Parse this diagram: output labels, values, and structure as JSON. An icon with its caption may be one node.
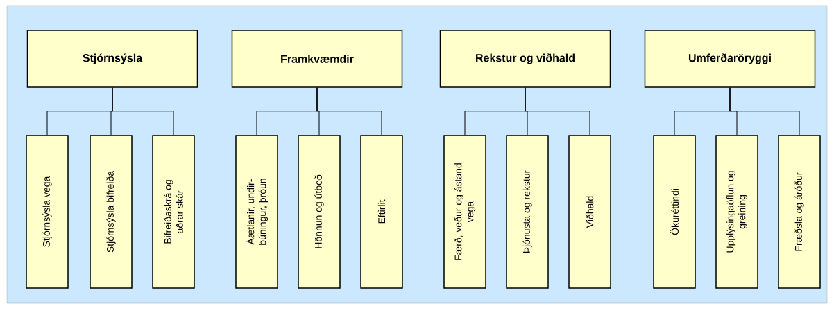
{
  "diagram": {
    "nodes": [
      {
        "text": [
          "Stjórnsýsla"
        ]
      },
      {
        "text": [
          "Framkvæmdir"
        ]
      },
      {
        "text": [
          "Rekstur og viðhald"
        ]
      },
      {
        "text": [
          "Umferðaröryggi"
        ]
      },
      {
        "text": [
          "Stjórnsýsla vega"
        ]
      },
      {
        "text": [
          "Stjórnsýsla bifreiða"
        ]
      },
      {
        "text": [
          "Bifreiðaskrá og aðrar skár"
        ]
      },
      {
        "text": [
          "Áætlanir, undir- búningur, þróun"
        ]
      },
      {
        "text": [
          "Hönnun og útboð"
        ]
      },
      {
        "text": [
          "Eftirlit"
        ]
      },
      {
        "text": [
          "Færð, veður og ástand vega"
        ]
      },
      {
        "text": [
          "Þjónusta og rekstur"
        ]
      },
      {
        "text": [
          "Viðhald"
        ]
      },
      {
        "text": [
          "Ökuréttindi"
        ]
      },
      {
        "text": [
          "Upplýsingaöflun og greining"
        ]
      },
      {
        "text": [
          "Fræðsla og áróður"
        ]
      }
    ],
    "edges": [
      {
        "from": 0,
        "to": 4,
        "arrow": "none"
      },
      {
        "from": 0,
        "to": 5,
        "arrow": "none"
      },
      {
        "from": 0,
        "to": 6,
        "arrow": "none"
      },
      {
        "from": 1,
        "to": 7,
        "arrow": "none"
      },
      {
        "from": 1,
        "to": 8,
        "arrow": "none"
      },
      {
        "from": 1,
        "to": 9,
        "arrow": "none"
      },
      {
        "from": 2,
        "to": 10,
        "arrow": "none"
      },
      {
        "from": 2,
        "to": 11,
        "arrow": "none"
      },
      {
        "from": 2,
        "to": 12,
        "arrow": "none"
      },
      {
        "from": 3,
        "to": 13,
        "arrow": "none"
      },
      {
        "from": 3,
        "to": 14,
        "arrow": "none"
      },
      {
        "from": 3,
        "to": 15,
        "arrow": "none"
      }
    ]
  }
}
